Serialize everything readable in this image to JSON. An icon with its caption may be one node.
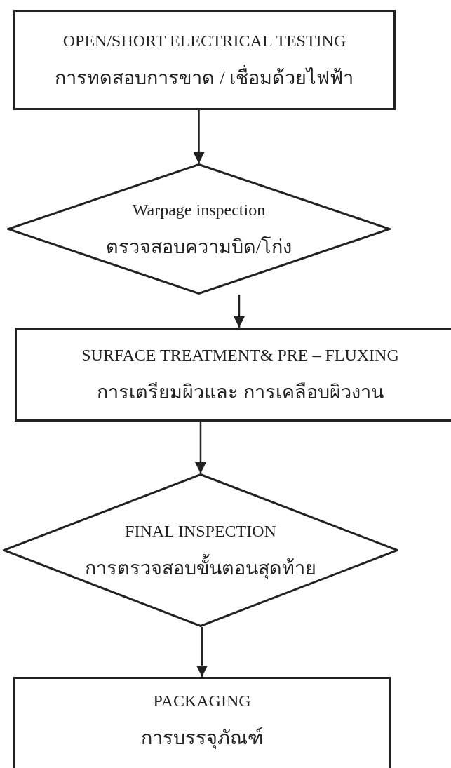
{
  "diagram": {
    "nodes": [
      {
        "text": [
          "OPEN/SHORT ELECTRICAL TESTING",
          "การทดสอบการขาด / เชื่อมด้วยไฟฟ้า"
        ]
      },
      {
        "text": [
          "Warpage inspection",
          "ตรวจสอบความบิด/โก่ง"
        ]
      },
      {
        "text": [
          "SURFACE TREATMENT& PRE – FLUXING",
          "การเตรียมผิวและ การเคลือบผิวงาน"
        ]
      },
      {
        "text": [
          "FINAL INSPECTION",
          "การตรวจสอบขั้นตอนสุดท้าย"
        ]
      },
      {
        "text": [
          "PACKAGING",
          "การบรรจุภัณฑ์"
        ]
      }
    ],
    "edges": [
      {
        "from": 0,
        "to": 1,
        "arrow": "to"
      },
      {
        "from": 1,
        "to": 2,
        "arrow": "to"
      },
      {
        "from": 2,
        "to": 3,
        "arrow": "to"
      },
      {
        "from": 3,
        "to": 4,
        "arrow": "to"
      }
    ]
  }
}
